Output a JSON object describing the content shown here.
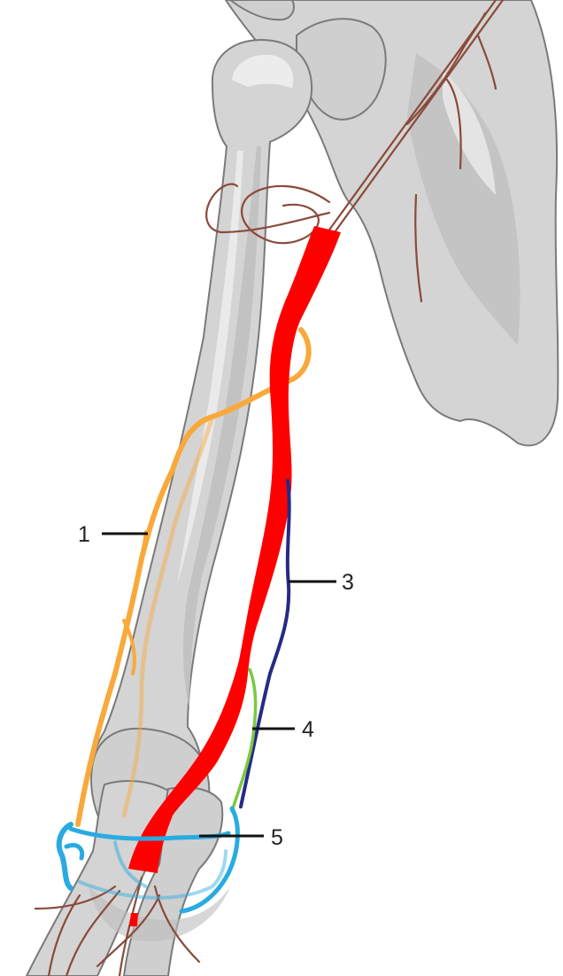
{
  "colors": {
    "background": "#ffffff",
    "bone_fill": "#d4d4d4",
    "bone_shade": "#bdbdbd",
    "bone_highlight": "#ececec",
    "bone_outline": "#7a7a7a",
    "small_vessels": "#8a4a3a",
    "artery_red": "#ff0000",
    "vessel_orange": "#f9a93b",
    "vessel_dark_blue": "#262a85",
    "vessel_green": "#7ac943",
    "vessel_light_blue": "#29abe2",
    "leader_line": "#111111",
    "label_text": "#222222"
  },
  "labels": [
    {
      "id": "1",
      "text": "1"
    },
    {
      "id": "3",
      "text": "3"
    },
    {
      "id": "4",
      "text": "4"
    },
    {
      "id": "5",
      "text": "5"
    }
  ]
}
